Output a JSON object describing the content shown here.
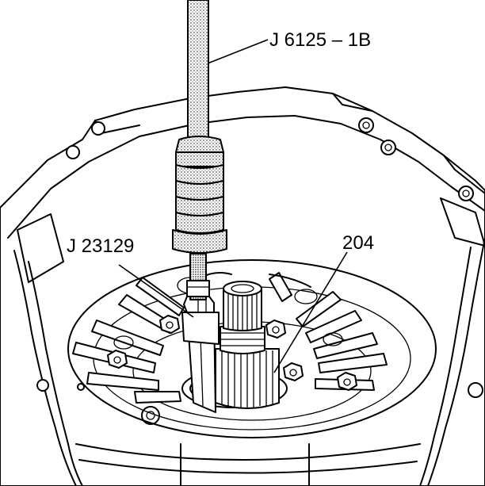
{
  "callouts": {
    "rod_tool": "J 6125 – 1B",
    "puller_tool": "J 23129",
    "part_number": "204"
  },
  "colors": {
    "line": "#000000",
    "background": "#ffffff",
    "stipple": "#000000"
  }
}
